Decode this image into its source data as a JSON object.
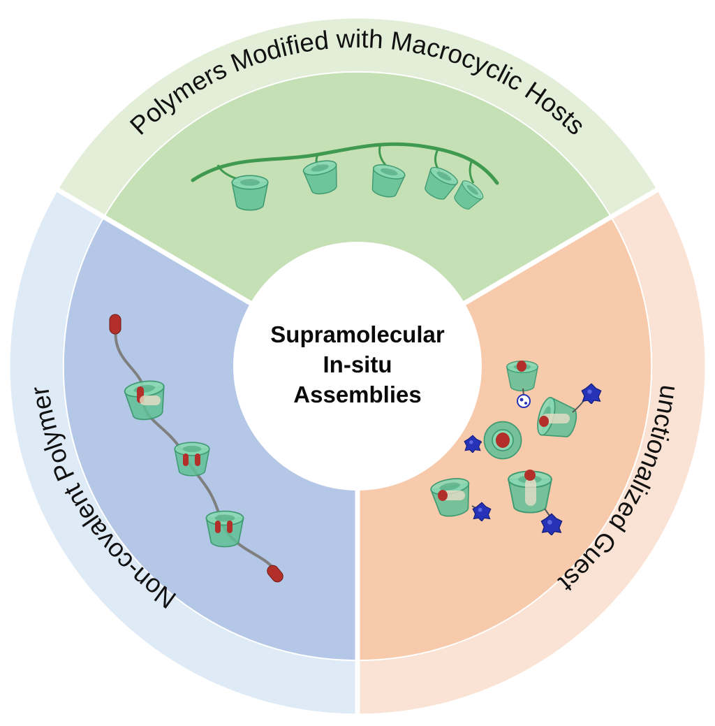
{
  "center": {
    "lines": [
      "Supramolecular",
      "In-situ",
      "Assemblies"
    ]
  },
  "sectors": {
    "top": {
      "label": "Polymers Modified with Macrocyclic Hosts",
      "outer_color": "#e2eed8",
      "inner_color": "#c5e0b4"
    },
    "left": {
      "label": "Non-covalent Polymers",
      "outer_color": "#deebf6",
      "inner_color": "#b4c7e7"
    },
    "right": {
      "label": "Functionalized Guests",
      "outer_color": "#fae3d4",
      "inner_color": "#f7caac"
    }
  },
  "colors": {
    "macrocycle": "#5fbf95",
    "polymer_strand": "#3f9a4f",
    "axle": "#7f7f7f",
    "stopper": "#b3302a",
    "functional_group": "#2633b8"
  },
  "icons": {
    "host": "macrocycle-host-icon",
    "stopper": "guest-stopper-icon",
    "functional": "functional-group-icon"
  }
}
